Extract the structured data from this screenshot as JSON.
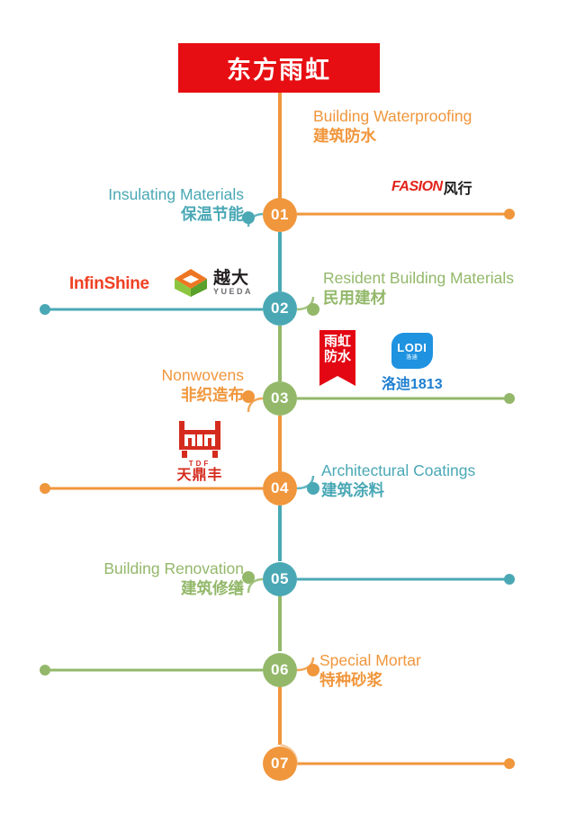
{
  "brand": {
    "name": "东方雨虹",
    "banner_color": "#e60e12"
  },
  "palette": {
    "orange": "#f0963c",
    "teal": "#4aa8b5",
    "green": "#93b86a",
    "red": "#e60e12"
  },
  "nodes": [
    {
      "number": "01",
      "color": "#f0963c"
    },
    {
      "number": "02",
      "color": "#4aa8b5"
    },
    {
      "number": "03",
      "color": "#93b86a"
    },
    {
      "number": "04",
      "color": "#f0963c"
    },
    {
      "number": "05",
      "color": "#4aa8b5"
    },
    {
      "number": "06",
      "color": "#93b86a"
    },
    {
      "number": "07",
      "color": "#f0963c"
    }
  ],
  "segments": [
    {
      "number": "01",
      "english": "Building Waterproofing",
      "chinese": "建筑防水",
      "color": "#f0963c",
      "side": "right"
    },
    {
      "number": "01",
      "english": "Insulating Materials",
      "chinese": "保温节能",
      "color": "#4aa8b5",
      "side": "left"
    },
    {
      "number": "02",
      "english": "Resident Building Materials",
      "chinese": "民用建材",
      "color": "#93b86a",
      "side": "right"
    },
    {
      "number": "03",
      "english": "Nonwovens",
      "chinese": "非织造布",
      "color": "#f0963c",
      "side": "left"
    },
    {
      "number": "04",
      "english": "Architectural Coatings",
      "chinese": "建筑涂料",
      "color": "#4aa8b5",
      "side": "right"
    },
    {
      "number": "05",
      "english": "Building Renovation",
      "chinese": "建筑修缮",
      "color": "#93b86a",
      "side": "left"
    },
    {
      "number": "06",
      "english": "Special Mortar",
      "chinese": "特种砂浆",
      "color": "#f0963c",
      "side": "right"
    }
  ],
  "logos": {
    "fasion": {
      "latin": "FASION",
      "chinese": "风行"
    },
    "infinshine": {
      "text": "InfinShine"
    },
    "yueda": {
      "chinese": "越大",
      "pinyin": "YUEDA"
    },
    "yuhong": {
      "line1": "雨虹",
      "line2": "防水"
    },
    "lodi": {
      "latin": "LODI",
      "sub": "洛迪",
      "chinese": "洛迪1813"
    },
    "tdf": {
      "latin": "TDF",
      "chinese": "天鼎丰"
    }
  }
}
